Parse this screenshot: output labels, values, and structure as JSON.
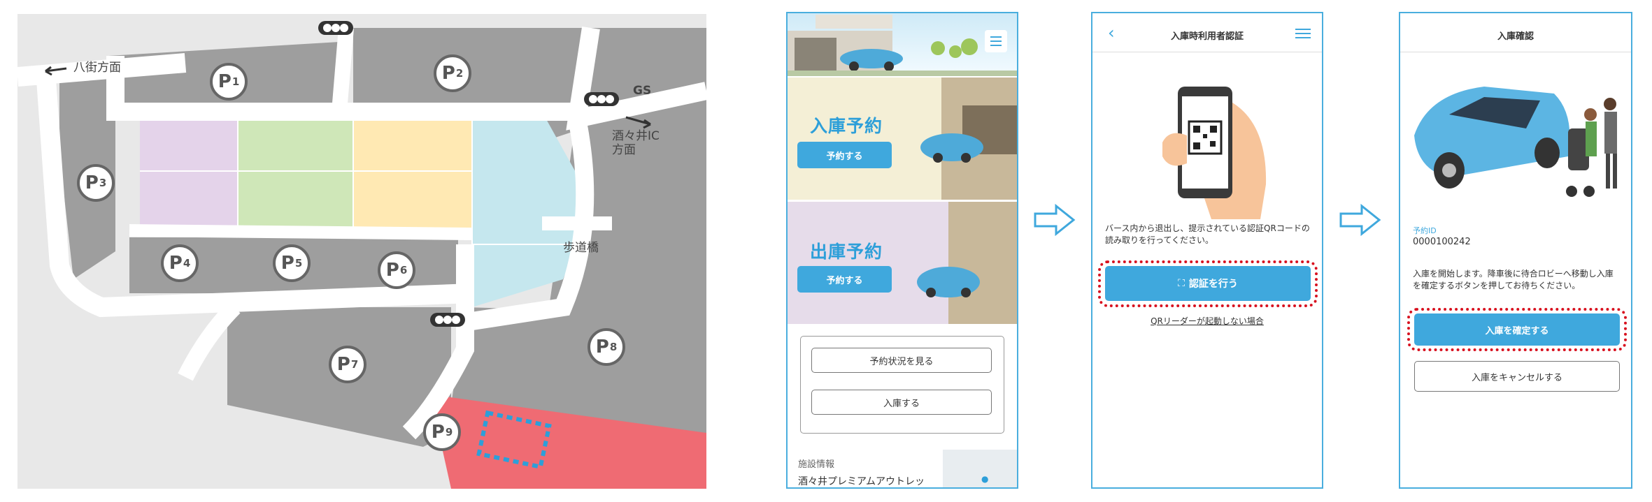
{
  "map": {
    "labels": {
      "yachimata": "八街方面",
      "gs": "GS",
      "shisui_ic": "酒々井IC\n方面",
      "hodokyo": "歩道橋"
    },
    "parking": [
      {
        "id": "P1",
        "num": "1"
      },
      {
        "id": "P2",
        "num": "2"
      },
      {
        "id": "P3",
        "num": "3"
      },
      {
        "id": "P4",
        "num": "4"
      },
      {
        "id": "P5",
        "num": "5"
      },
      {
        "id": "P6",
        "num": "6"
      },
      {
        "id": "P7",
        "num": "7"
      },
      {
        "id": "P8",
        "num": "8"
      },
      {
        "id": "P9",
        "num": "9"
      }
    ],
    "colors": {
      "road": "#ffffff",
      "lot": "#9e9e9e",
      "purple": "#e4d3ea",
      "green": "#cfe7b8",
      "yellow": "#ffe9b3",
      "cyan": "#c5e7ee",
      "red": "#ef6b73"
    }
  },
  "screen1": {
    "entry_title": "入庫予約",
    "entry_button": "予約する",
    "exit_title": "出庫予約",
    "exit_button": "予約する",
    "status_button": "予約状況を見る",
    "enter_button": "入庫する",
    "facility_label": "施設情報",
    "facility_name": "酒々井プレミアムアウトレッ"
  },
  "screen2": {
    "title": "入庫時利用者認証",
    "instruction": "バース内から退出し、提示されている認証QRコードの読み取りを行ってください。",
    "auth_button": "認証を行う",
    "qr_link": "QRリーダーが起動しない場合"
  },
  "screen3": {
    "title": "入庫確認",
    "id_label": "予約ID",
    "id_value": "0000100242",
    "message": "入庫を開始します。降車後に待合ロビーへ移動し入庫を確定するボタンを押してお待ちください。",
    "confirm_button": "入庫を確定する",
    "cancel_button": "入庫をキャンセルする"
  },
  "accent": "#3fa8dd",
  "highlight": "#d8111f"
}
